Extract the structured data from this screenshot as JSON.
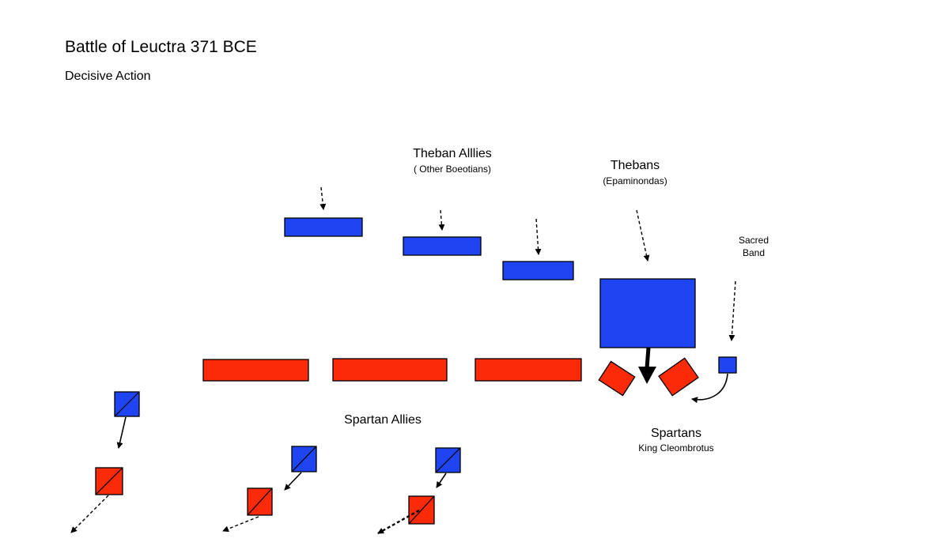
{
  "title": "Battle of Leuctra 371 BCE",
  "subtitle": "Decisive Action",
  "labels": {
    "theban_allies": "Theban Alllies",
    "theban_allies_sub": "( Other Boeotians)",
    "thebans": "Thebans",
    "thebans_sub": "(Epaminondas)",
    "sacred_band_line1": "Sacred",
    "sacred_band_line2": "Band",
    "spartan_allies": "Spartan Allies",
    "spartans": "Spartans",
    "spartans_sub": "King Cleombrotus"
  },
  "colors": {
    "theban": "#1f45f2",
    "spartan": "#fb2a08"
  }
}
